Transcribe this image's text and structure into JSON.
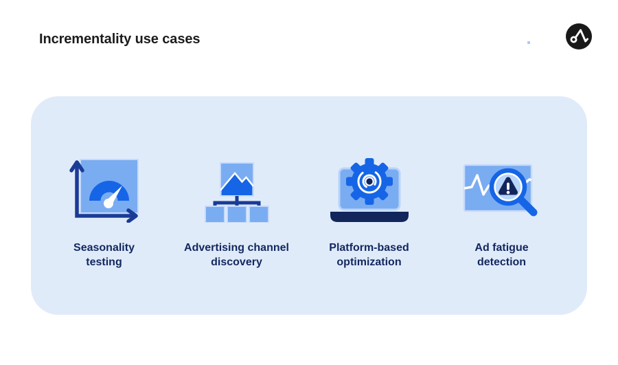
{
  "header": {
    "title": "Incrementality use cases",
    "logo": "appsflyer-mark"
  },
  "card": {
    "items": [
      {
        "icon": "gauge-axes-icon",
        "label": "Seasonality\ntesting"
      },
      {
        "icon": "channel-tree-icon",
        "label": "Advertising channel\ndiscovery"
      },
      {
        "icon": "laptop-gear-icon",
        "label": "Platform-based\noptimization"
      },
      {
        "icon": "magnifier-alert-icon",
        "label": "Ad fatigue\ndetection"
      }
    ]
  },
  "colors": {
    "page_bg": "#ffffff",
    "card_bg": "#E0EBFA",
    "title_color": "#1C1C1C",
    "label_color": "#12275E",
    "icon_mid_blue": "#7AACF2",
    "icon_bright_blue": "#1565E6",
    "icon_navy": "#1A3B96",
    "icon_deep_navy": "#12265C",
    "icon_light_border": "#C6DBFA",
    "icon_lens_fill": "#B9D6FB",
    "screen_bezel": "#B9D4F9",
    "logo_bg": "#191919"
  }
}
